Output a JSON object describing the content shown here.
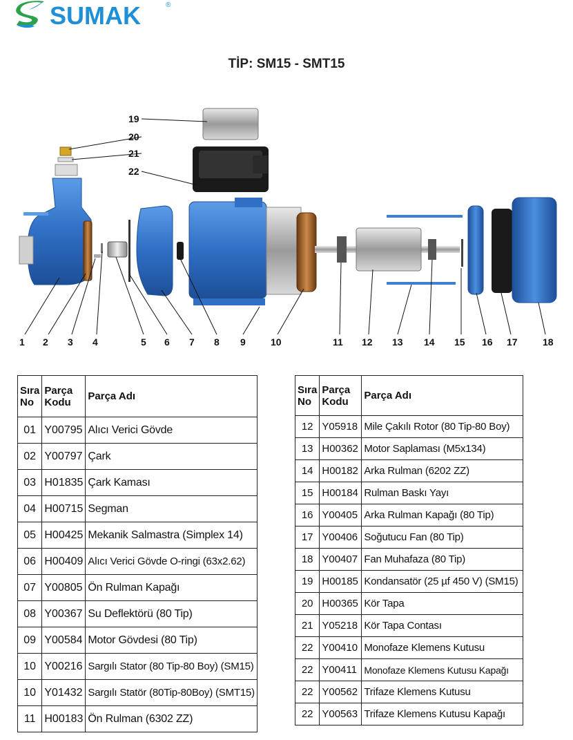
{
  "brand": {
    "name": "SUMAK",
    "reg": "®",
    "logo_colors": [
      "#2aa14a",
      "#1f8fd6"
    ]
  },
  "title": "TİP: SM15 - SMT15",
  "diagram": {
    "callouts": [
      "1",
      "2",
      "3",
      "4",
      "5",
      "6",
      "7",
      "8",
      "9",
      "10",
      "11",
      "12",
      "13",
      "14",
      "15",
      "16",
      "17",
      "18",
      "19",
      "20",
      "21",
      "22"
    ],
    "pump_color": "#2f6fc4"
  },
  "table_headers": {
    "sira": "Sıra",
    "no": "No",
    "parca": "Parça",
    "kodu": "Kodu",
    "adi": "Parça Adı"
  },
  "parts_left": [
    {
      "no": "01",
      "code": "Y00795",
      "name": "Alıcı Verici Gövde"
    },
    {
      "no": "02",
      "code": "Y00797",
      "name": "Çark"
    },
    {
      "no": "03",
      "code": "H01835",
      "name": "Çark Kaması"
    },
    {
      "no": "04",
      "code": "H00715",
      "name": "Segman"
    },
    {
      "no": "05",
      "code": "H00425",
      "name": "Mekanik Salmastra (Simplex 14)"
    },
    {
      "no": "06",
      "code": "H00409",
      "name": "Alıcı Verici Gövde O-ringi (63x2.62)"
    },
    {
      "no": "07",
      "code": "Y00805",
      "name": "Ön Rulman Kapağı"
    },
    {
      "no": "08",
      "code": "Y00367",
      "name": "Su Deflektörü (80 Tip)"
    },
    {
      "no": "09",
      "code": "Y00584",
      "name": "Motor Gövdesi (80 Tip)"
    },
    {
      "no": "10",
      "code": "Y00216",
      "name": "Sargılı Stator (80 Tip-80 Boy) (SM15)"
    },
    {
      "no": "10",
      "code": "Y01432",
      "name": "Sargılı Statör (80Tip-80Boy) (SMT15)"
    },
    {
      "no": "11",
      "code": "H00183",
      "name": "Ön Rulman (6302 ZZ)"
    }
  ],
  "parts_right": [
    {
      "no": "12",
      "code": "Y05918",
      "name": "Mile Çakılı Rotor (80 Tip-80 Boy)"
    },
    {
      "no": "13",
      "code": "H00362",
      "name": "Motor Saplaması (M5x134)"
    },
    {
      "no": "14",
      "code": "H00182",
      "name": "Arka Rulman (6202 ZZ)"
    },
    {
      "no": "15",
      "code": "H00184",
      "name": "Rulman Baskı Yayı"
    },
    {
      "no": "16",
      "code": "Y00405",
      "name": "Arka Rulman Kapağı (80 Tip)"
    },
    {
      "no": "17",
      "code": "Y00406",
      "name": "Soğutucu Fan (80 Tip)"
    },
    {
      "no": "18",
      "code": "Y00407",
      "name": "Fan Muhafaza (80 Tip)"
    },
    {
      "no": "19",
      "code": "H00185",
      "name": "Kondansatör (25 µf 450 V) (SM15)"
    },
    {
      "no": "20",
      "code": "H00365",
      "name": "Kör Tapa"
    },
    {
      "no": "21",
      "code": "Y05218",
      "name": "Kör Tapa Contası"
    },
    {
      "no": "22",
      "code": "Y00410",
      "name": "Monofaze Klemens Kutusu"
    },
    {
      "no": "22",
      "code": "Y00411",
      "name": "Monofaze Klemens Kutusu Kapağı"
    },
    {
      "no": "22",
      "code": "Y00562",
      "name": "Trifaze Klemens Kutusu"
    },
    {
      "no": "22",
      "code": "Y00563",
      "name": "Trifaze Klemens Kutusu Kapağı"
    }
  ]
}
